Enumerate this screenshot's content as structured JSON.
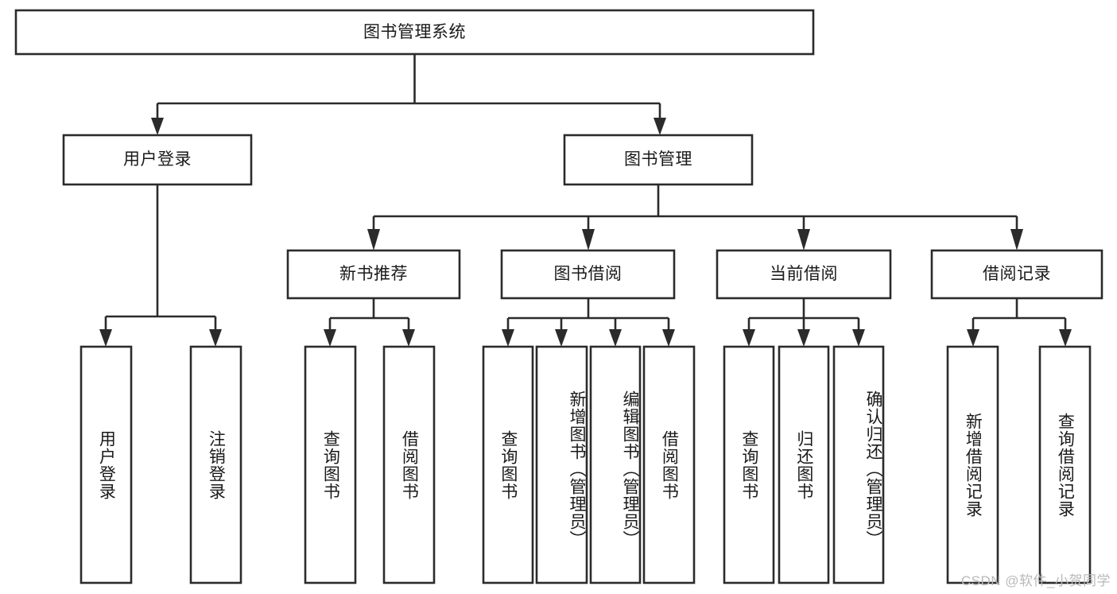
{
  "diagram": {
    "title": "图书管理系统",
    "type": "tree",
    "orientation": "top-down",
    "colors": {
      "stroke": "#2b2b2b",
      "fill": "#ffffff",
      "text": "#1a1a1a",
      "background": "#ffffff",
      "watermark": "#b9b9b9"
    },
    "root": {
      "label": "图书管理系统",
      "id": "root-book-management-system"
    },
    "level2": [
      {
        "id": "user-login",
        "label": "用户登录"
      },
      {
        "id": "book-management",
        "label": "图书管理"
      }
    ],
    "level3": [
      {
        "id": "new-book-recommend",
        "label": "新书推荐",
        "parent": "book-management"
      },
      {
        "id": "book-borrow",
        "label": "图书借阅",
        "parent": "book-management"
      },
      {
        "id": "current-borrow",
        "label": "当前借阅",
        "parent": "book-management"
      },
      {
        "id": "borrow-record",
        "label": "借阅记录",
        "parent": "book-management"
      }
    ],
    "leaves": {
      "user-login": [
        {
          "id": "leaf-user-login",
          "label": "用户登录"
        },
        {
          "id": "leaf-user-logout",
          "label": "注销登录"
        }
      ],
      "new-book-recommend": [
        {
          "id": "leaf-query-book-1",
          "label": "查询图书"
        },
        {
          "id": "leaf-borrow-book-1",
          "label": "借阅图书"
        }
      ],
      "book-borrow": [
        {
          "id": "leaf-query-book-2",
          "label": "查询图书"
        },
        {
          "id": "leaf-add-book",
          "label": "新增图书（管理员）"
        },
        {
          "id": "leaf-edit-book",
          "label": "编辑图书（管理员）"
        },
        {
          "id": "leaf-borrow-book-2",
          "label": "借阅图书"
        }
      ],
      "current-borrow": [
        {
          "id": "leaf-query-book-3",
          "label": "查询图书"
        },
        {
          "id": "leaf-return-book",
          "label": "归还图书"
        },
        {
          "id": "leaf-confirm-return",
          "label": "确认归还（管理员）"
        }
      ],
      "borrow-record": [
        {
          "id": "leaf-add-record",
          "label": "新增借阅记录"
        },
        {
          "id": "leaf-query-record",
          "label": "查询借阅记录"
        }
      ]
    }
  },
  "watermark": {
    "text": "CSDN @软件_小贺同学"
  }
}
